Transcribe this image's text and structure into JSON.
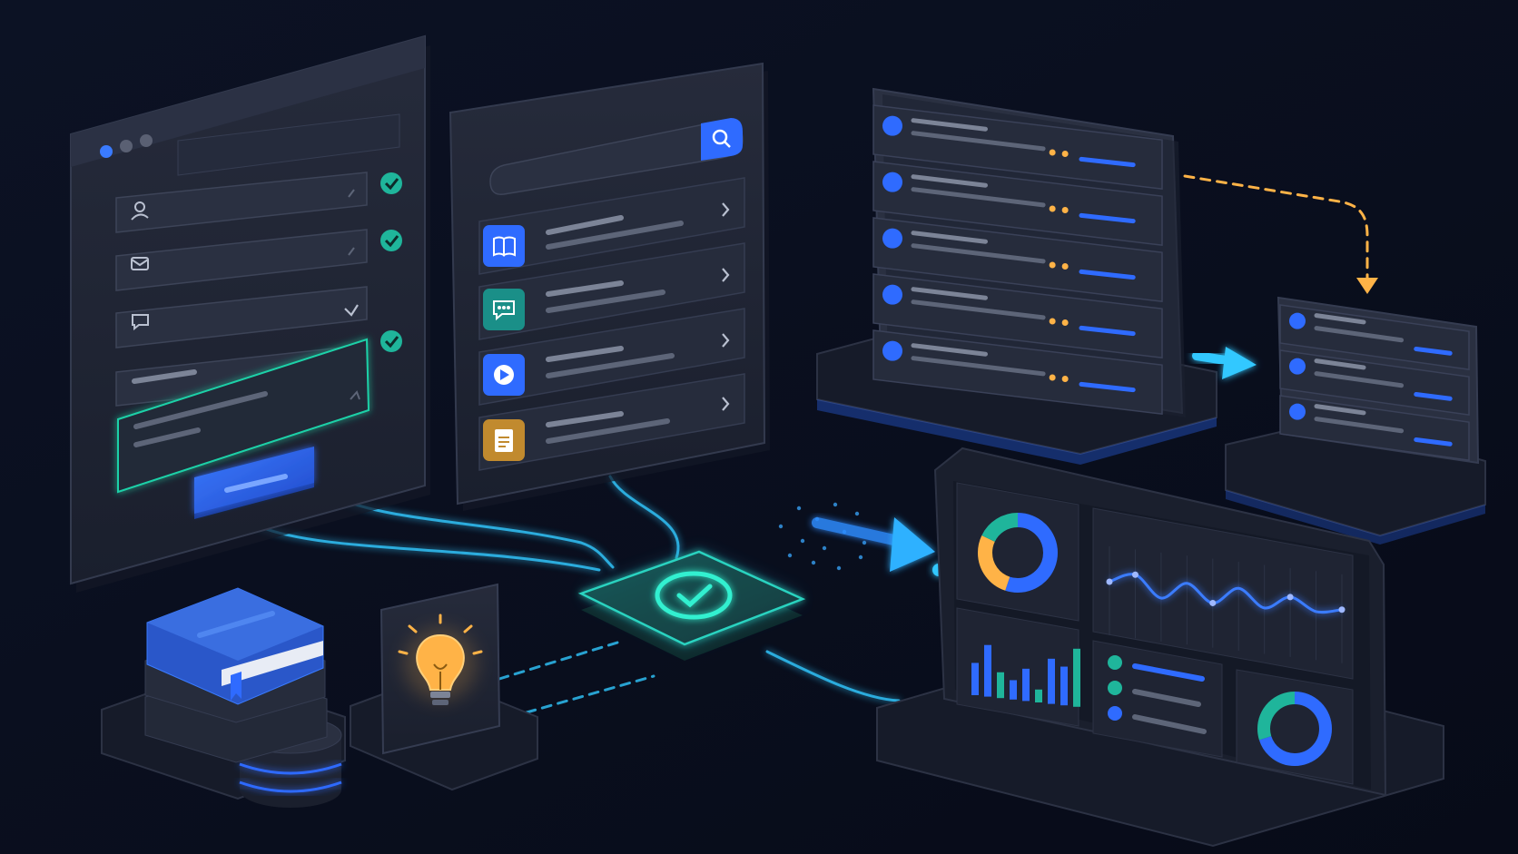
{
  "colors": {
    "background": "#0a0f1f",
    "panel": "#1f2433",
    "panel_edge": "#2c3244",
    "field": "#2a3041",
    "accent_blue": "#2f6bff",
    "accent_teal": "#1fb59b",
    "accent_amber": "#ffb347",
    "accent_cyan": "#31c8ff",
    "placeholder_line": "#5d6578"
  },
  "icons": {
    "form_fields": [
      "user-icon",
      "mail-icon",
      "chat-icon",
      "text-icon",
      "textarea-icon"
    ],
    "list_items": [
      "book-icon",
      "chat-icon",
      "play-icon",
      "document-icon"
    ]
  },
  "chart_data": {
    "type": "bar",
    "values": [
      5,
      8,
      4,
      3,
      5,
      2,
      7,
      6,
      9
    ],
    "donut_top": [
      0.55,
      0.27,
      0.18
    ],
    "donut_bottom": [
      0.7,
      0.3
    ],
    "wave_points": [
      0.5,
      0.66,
      0.34,
      0.62,
      0.36,
      0.64,
      0.38,
      0.6,
      0.42,
      0.5
    ]
  }
}
